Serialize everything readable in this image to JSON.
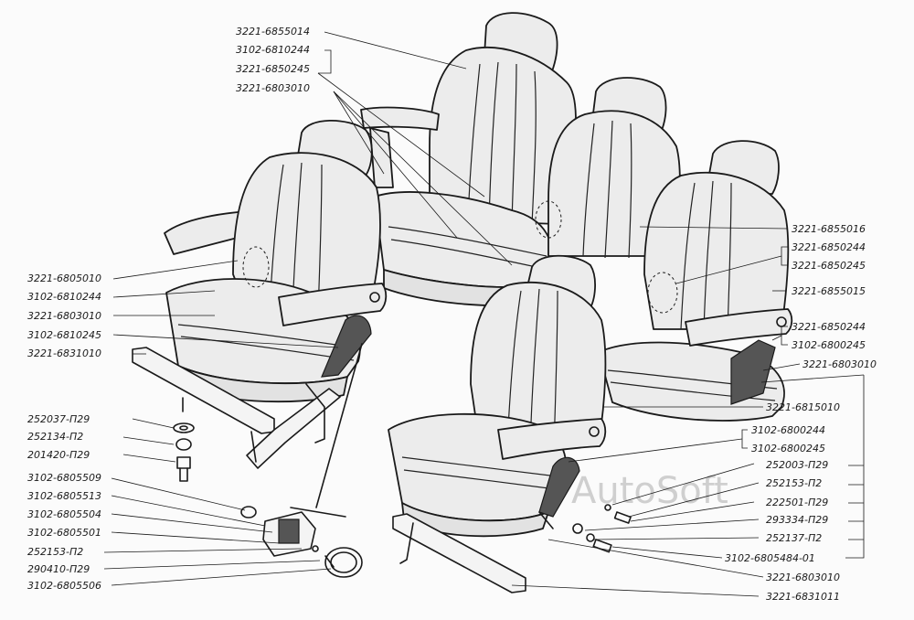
{
  "watermark": "AutoSoft",
  "labels_top": {
    "t1": "3221-6855014",
    "t2": "3102-6810244",
    "t3": "3221-6850245",
    "t4": "3221-6803010"
  },
  "labels_left": [
    "3221-6805010",
    "3102-6810244",
    "3221-6803010",
    "3102-6810245",
    "3221-6831010",
    "252037-П29",
    "252134-П2",
    "201420-П29",
    "3102-6805509",
    "3102-6805513",
    "3102-6805504",
    "3102-6805501",
    "252153-П2",
    "290410-П29",
    "3102-6805506"
  ],
  "labels_right": [
    "3221-6855016",
    "3221-6850244",
    "3221-6850245",
    "3221-6855015",
    "3221-6850244",
    "3102-6800245",
    "3221-6803010",
    "3221-6815010",
    "3102-6800244",
    "3102-6800245",
    "252003-П29",
    "252153-П2",
    "222501-П29",
    "293334-П29",
    "252137-П2",
    "3102-6805484-01",
    "3221-6803010",
    "3221-6831011"
  ]
}
